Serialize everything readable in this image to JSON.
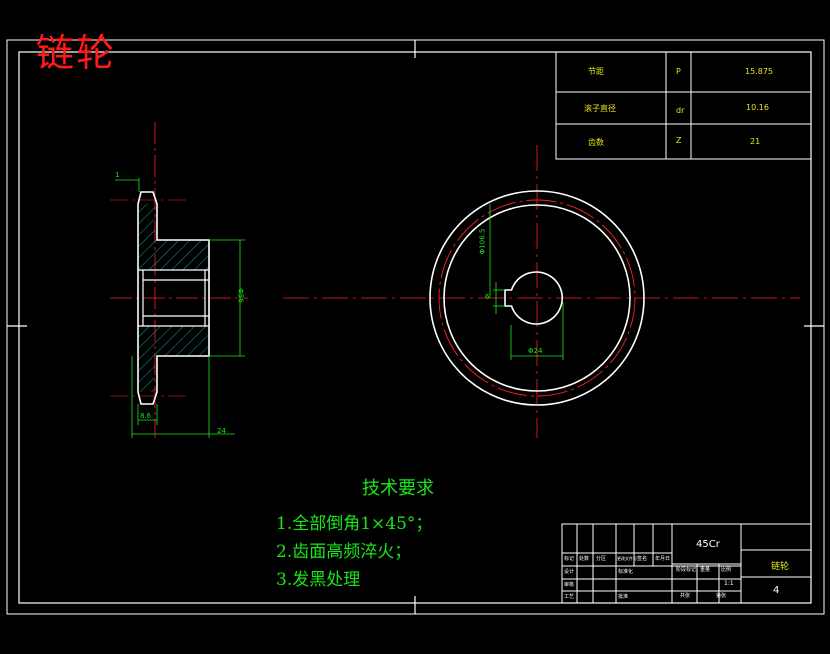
{
  "drawing": {
    "title": "链轮",
    "colors": {
      "background": "#000000",
      "outline": "#ffffff",
      "center_line": "#ff2020",
      "dimension": "#19e619",
      "hatch": "#00d0d0"
    }
  },
  "param_table": {
    "rows": [
      {
        "name": "节距",
        "symbol": "P",
        "value": "15.875"
      },
      {
        "name": "滚子直径",
        "symbol": "dr",
        "value": "10.16"
      },
      {
        "name": "齿数",
        "symbol": "Z",
        "value": "21"
      }
    ]
  },
  "section_view": {
    "dims": {
      "chamfer": "1",
      "hub_dia": "Φ56",
      "tooth_width": "8.6",
      "hub_length": "24"
    }
  },
  "front_view": {
    "dims": {
      "keyway_width": "6",
      "bore": "Φ24",
      "pitch_dia": "Φ106.5"
    }
  },
  "tech_requirements": {
    "heading": "技术要求",
    "items": [
      "1.全部倒角1×45°；",
      "2.齿面高频淬火；",
      "3.发黑处理"
    ]
  },
  "title_block": {
    "material": "45Cr",
    "part_name": "链轮",
    "sheet_number": "4",
    "scale": "1:1",
    "small_labels": [
      "标记",
      "处数",
      "分区",
      "更改文件号",
      "签名",
      "年月日",
      "设计",
      "标准化",
      "审核",
      "工艺",
      "批准",
      "阶段标记",
      "重量",
      "比例",
      "共张",
      "第张"
    ]
  }
}
